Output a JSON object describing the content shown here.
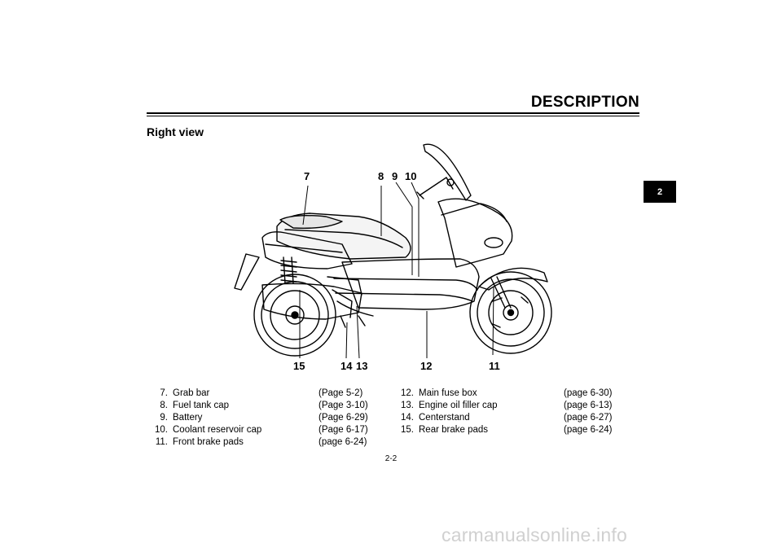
{
  "header": {
    "title": "DESCRIPTION"
  },
  "section": {
    "title": "Right view"
  },
  "chapter_tab": "2",
  "callouts": {
    "c7": "7",
    "c8": "8",
    "c9": "9",
    "c10": "10",
    "c11": "11",
    "c12": "12",
    "c13": "13",
    "c14": "14",
    "c15": "15"
  },
  "legend": {
    "left": [
      {
        "num": "7.",
        "label": "Grab bar",
        "page": "(Page 5-2)"
      },
      {
        "num": "8.",
        "label": "Fuel tank cap",
        "page": "(Page 3-10)"
      },
      {
        "num": "9.",
        "label": "Battery",
        "page": "(Page 6-29)"
      },
      {
        "num": "10.",
        "label": "Coolant reservoir cap",
        "page": "(Page 6-17)"
      },
      {
        "num": "11.",
        "label": "Front brake pads",
        "page": "(page 6-24)"
      }
    ],
    "right": [
      {
        "num": "12.",
        "label": "Main fuse box",
        "page": "(page 6-30)"
      },
      {
        "num": "13.",
        "label": "Engine oil filler cap",
        "page": "(page 6-13)"
      },
      {
        "num": "14.",
        "label": "Centerstand",
        "page": "(page 6-27)"
      },
      {
        "num": "15.",
        "label": "Rear brake pads",
        "page": "(page 6-24)"
      }
    ]
  },
  "page_number": "2-2",
  "watermark": "carmanualsonline.info"
}
